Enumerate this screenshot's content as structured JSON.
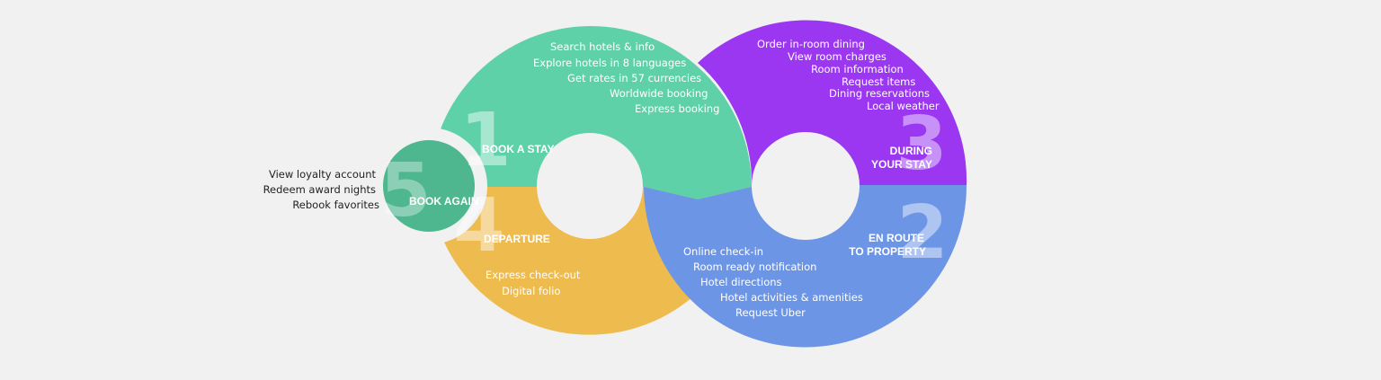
{
  "colors": {
    "background": "#f0f1f0",
    "book_a_stay": "#5fd1a9",
    "during_stay": "#9b37f0",
    "en_route": "#6d95e6",
    "departure": "#eebb4f",
    "book_again": "#4eb78f"
  },
  "steps": {
    "book_a_stay": {
      "number": "1",
      "title": "BOOK A STAY",
      "features": [
        "Search hotels & info",
        "Explore hotels in 8 languages",
        "Get rates in 57 currencies",
        "Worldwide booking",
        "Express booking"
      ]
    },
    "en_route": {
      "number": "2",
      "title_lines": [
        "EN ROUTE",
        "TO PROPERTY"
      ],
      "features": [
        "Online check-in",
        "Room ready notification",
        "Hotel directions",
        "Hotel activities & amenities",
        "Request Uber"
      ]
    },
    "during_stay": {
      "number": "3",
      "title_lines": [
        "DURING",
        "YOUR STAY"
      ],
      "features": [
        "Order in-room dining",
        "View room charges",
        "Room information",
        "Request items",
        "Dining reservations",
        "Local weather"
      ]
    },
    "departure": {
      "number": "4",
      "title": "DEPARTURE",
      "features": [
        "Express check-out",
        "Digital folio"
      ]
    },
    "book_again": {
      "number": "5",
      "title": "BOOK AGAIN",
      "features": [
        "View loyalty account",
        "Redeem award nights",
        "Rebook favorites"
      ]
    }
  }
}
